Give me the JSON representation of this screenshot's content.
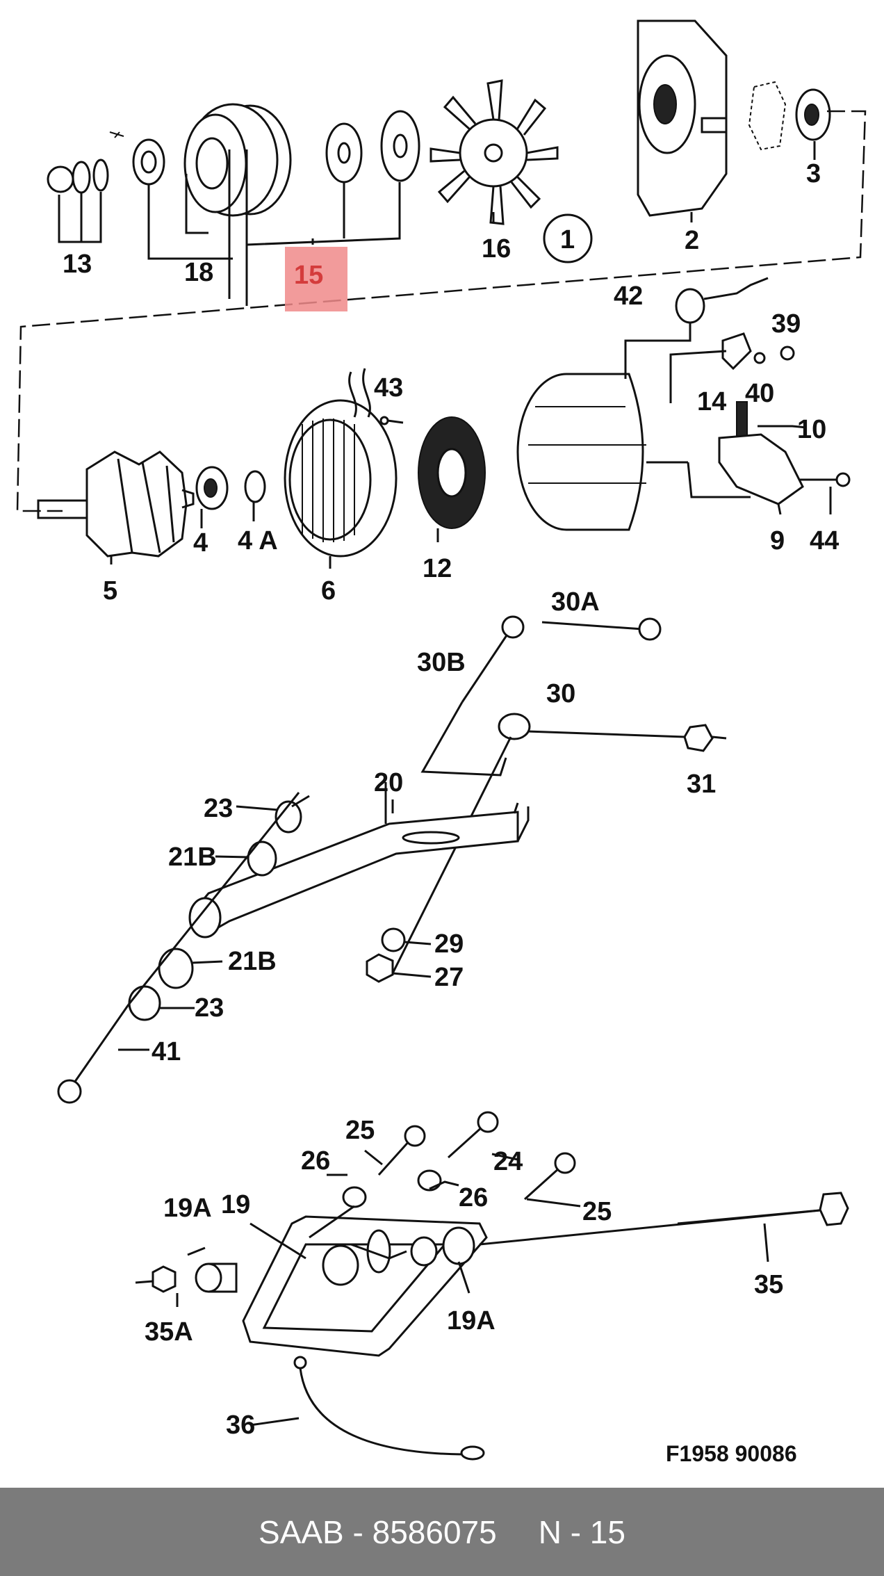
{
  "diagram": {
    "labels": [
      "13",
      "18",
      "15",
      "16",
      "1",
      "2",
      "3",
      "42",
      "39",
      "14",
      "40",
      "10",
      "43",
      "4",
      "4 A",
      "5",
      "6",
      "12",
      "9",
      "44",
      "30A",
      "30B",
      "30",
      "31",
      "20",
      "23",
      "21B",
      "29",
      "27",
      "21B",
      "23",
      "41",
      "25",
      "24",
      "26",
      "26",
      "25",
      "19A",
      "19",
      "35",
      "35A",
      "19A",
      "36"
    ],
    "highlighted_label": "15",
    "highlight_color": "#f08a8a",
    "reference": "F1958 90086"
  },
  "footer": {
    "part_info": "SAAB - 8586075",
    "page": "N - 15"
  }
}
